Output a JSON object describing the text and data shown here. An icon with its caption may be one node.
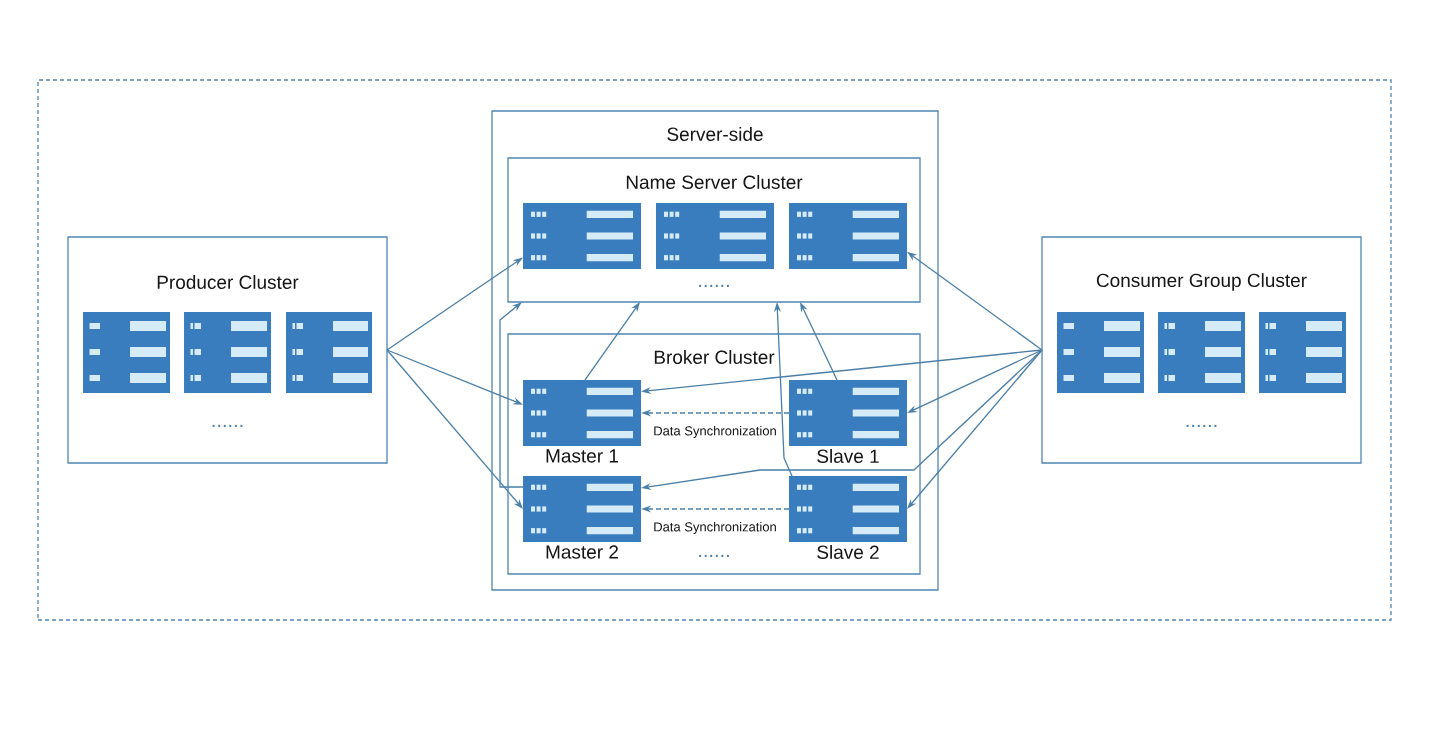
{
  "diagram": {
    "nodes": [
      {
        "text": [],
        "shape": "box"
      },
      {
        "text": [
          "Producer Cluster",
          "......"
        ],
        "in": 0
      },
      {
        "text": [],
        "shape": "picture",
        "in": 1
      },
      {
        "text": [],
        "shape": "picture",
        "in": 1
      },
      {
        "text": [],
        "shape": "picture",
        "in": 1
      },
      {
        "text": [
          "Server-side"
        ],
        "in": 0
      },
      {
        "text": [
          "Name Server Cluster",
          "......"
        ],
        "in": 5
      },
      {
        "text": [],
        "shape": "picture",
        "in": 6
      },
      {
        "text": [],
        "shape": "picture",
        "in": 6
      },
      {
        "text": [],
        "shape": "picture",
        "in": 6
      },
      {
        "text": [
          "Broker Cluster",
          "......"
        ],
        "in": 5
      },
      {
        "text": [
          "Master 1"
        ],
        "in": 10
      },
      {
        "text": [
          "Slave 1"
        ],
        "in": 10
      },
      {
        "text": [
          "Master 2"
        ],
        "in": 10
      },
      {
        "text": [
          "Slave 2"
        ],
        "in": 10
      },
      {
        "text": [
          "Consumer Group Cluster",
          "......"
        ],
        "in": 0
      },
      {
        "text": [],
        "shape": "picture",
        "in": 15
      },
      {
        "text": [],
        "shape": "picture",
        "in": 15
      },
      {
        "text": [],
        "shape": "picture",
        "in": 15
      }
    ],
    "edges": [
      {
        "from": 1,
        "to": 7,
        "arrow": "to"
      },
      {
        "from": 1,
        "to": 11,
        "arrow": "to"
      },
      {
        "from": 1,
        "to": 13,
        "arrow": "to"
      },
      {
        "from": 11,
        "to": 6,
        "arrow": "to"
      },
      {
        "from": 13,
        "to": 6,
        "arrow": "to"
      },
      {
        "from": 14,
        "to": 6,
        "arrow": "to"
      },
      {
        "from": 12,
        "to": 6,
        "arrow": "to"
      },
      {
        "from": 12,
        "to": 11,
        "arrow": "to",
        "style": "dashed",
        "label": "Data Synchronization"
      },
      {
        "from": 14,
        "to": 13,
        "arrow": "to",
        "style": "dashed",
        "label": "Data Synchronization"
      },
      {
        "from": 15,
        "to": 9,
        "arrow": "to"
      },
      {
        "from": 15,
        "to": 11,
        "arrow": "to"
      },
      {
        "from": 15,
        "to": 12,
        "arrow": "to"
      },
      {
        "from": 15,
        "to": 13,
        "arrow": "to"
      },
      {
        "from": 15,
        "to": 14,
        "arrow": "to"
      }
    ]
  }
}
